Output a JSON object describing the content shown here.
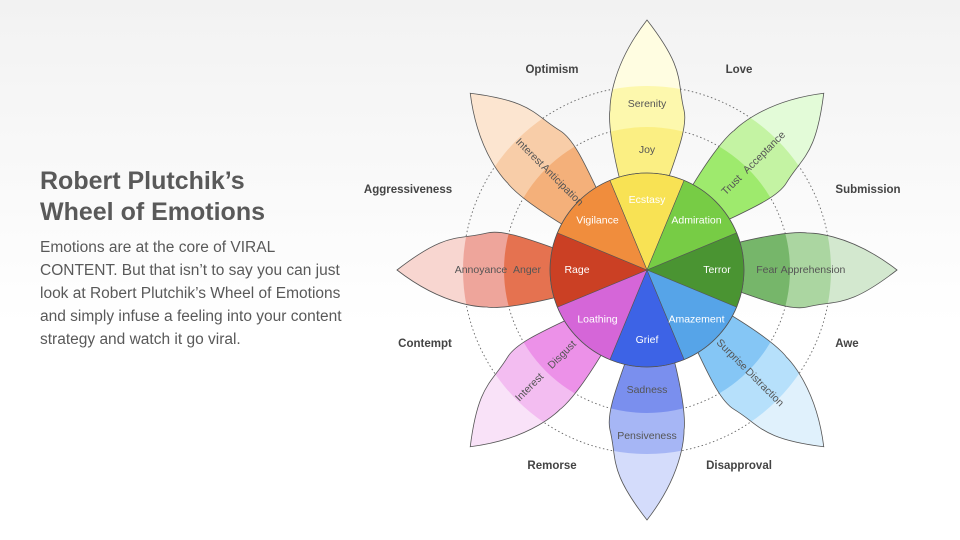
{
  "slide": {
    "title_line1": "Robert Plutchik’s",
    "title_line2": "Wheel of Emotions",
    "body": "Emotions are at the core of VIRAL CONTENT.  But that isn’t to say you can just look at Robert Plutchik’s Wheel of Emotions and simply infuse a feeling into your content strategy and watch it go viral."
  },
  "wheel": {
    "petals": [
      {
        "name": "joy",
        "outer": "Serenity",
        "middle": "Joy",
        "inner": "Ecstasy",
        "colors": [
          "#fffde1",
          "#fdf8ad",
          "#fbef83",
          "#f8e254"
        ]
      },
      {
        "name": "trust",
        "outer": "Acceptance",
        "middle": "Trust",
        "inner": "Admiration",
        "colors": [
          "#e3fbd8",
          "#c4f3a3",
          "#9eea6d",
          "#77cc45"
        ]
      },
      {
        "name": "fear",
        "outer": "Apprehension",
        "middle": "Fear",
        "inner": "Terror",
        "colors": [
          "#d3e8cf",
          "#abd6a1",
          "#76b66a",
          "#4a9432"
        ]
      },
      {
        "name": "surprise",
        "outer": "Distraction",
        "middle": "Surprise",
        "inner": "Amazement",
        "colors": [
          "#e0f1fc",
          "#b6e0fb",
          "#85c6f5",
          "#56a4e8"
        ]
      },
      {
        "name": "sadness",
        "outer": "Pensiveness",
        "middle": "Sadness",
        "inner": "Grief",
        "colors": [
          "#d4dcfb",
          "#a6b6f5",
          "#7a8fee",
          "#3d63e6"
        ]
      },
      {
        "name": "disgust",
        "outer": "Interest",
        "middle": "Disgust",
        "inner": "Loathing",
        "colors": [
          "#f9e2f8",
          "#f3bdf1",
          "#ec91e8",
          "#d566d8"
        ]
      },
      {
        "name": "anger",
        "outer": "Annoyance",
        "middle": "Anger",
        "inner": "Rage",
        "colors": [
          "#f8d6d0",
          "#eea59b",
          "#e57250",
          "#cb4024"
        ]
      },
      {
        "name": "anticipation",
        "outer": "Interest",
        "middle": "Anticipation",
        "inner": "Vigilance",
        "colors": [
          "#fce5d0",
          "#f8cda8",
          "#f4b07a",
          "#f08d3d"
        ]
      }
    ],
    "dyads": [
      {
        "name": "love",
        "label": "Love"
      },
      {
        "name": "submission",
        "label": "Submission"
      },
      {
        "name": "awe",
        "label": "Awe"
      },
      {
        "name": "disapproval",
        "label": "Disapproval"
      },
      {
        "name": "remorse",
        "label": "Remorse"
      },
      {
        "name": "contempt",
        "label": "Contempt"
      },
      {
        "name": "aggressiveness",
        "label": "Aggressiveness"
      },
      {
        "name": "optimism",
        "label": "Optimism"
      }
    ]
  }
}
